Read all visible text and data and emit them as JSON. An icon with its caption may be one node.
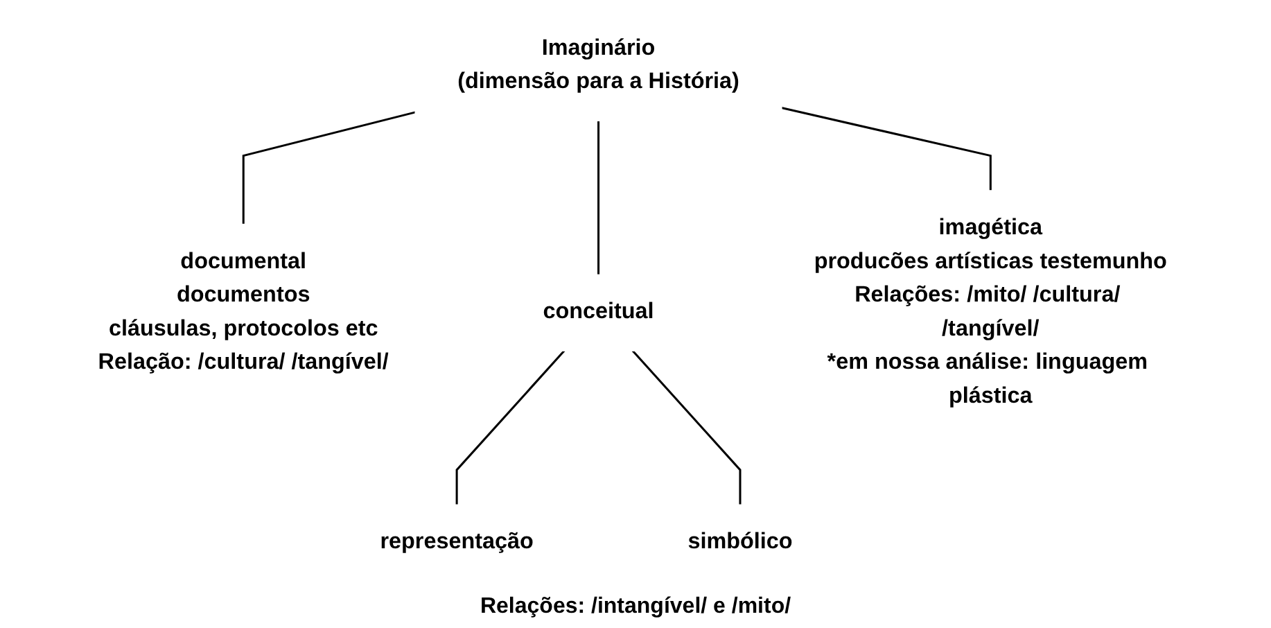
{
  "diagram": {
    "nodes": [
      {
        "text": [
          "Imaginário",
          "(dimensão para a História)"
        ]
      },
      {
        "text": [
          "documental",
          "documentos",
          "cláusulas, protocolos etc",
          "Relação: /cultura/ /tangível/"
        ]
      },
      {
        "text": [
          "conceitual"
        ]
      },
      {
        "text": [
          "representação"
        ]
      },
      {
        "text": [
          "simbólico"
        ]
      },
      {
        "text": [
          "imagética",
          "producões artísticas testemunho",
          "Relações: /mito/ /cultura/ /tangível/",
          "*em nossa análise: linguagem plástica"
        ]
      }
    ],
    "edges": [
      {
        "from": 0,
        "to": 1,
        "arrow": "none"
      },
      {
        "from": 0,
        "to": 2,
        "arrow": "none"
      },
      {
        "from": 0,
        "to": 5,
        "arrow": "none"
      },
      {
        "from": 2,
        "to": 3,
        "arrow": "none"
      },
      {
        "from": 2,
        "to": 4,
        "arrow": "none"
      }
    ],
    "labels": [
      "Relações: /intangível/ e /mito/"
    ]
  }
}
